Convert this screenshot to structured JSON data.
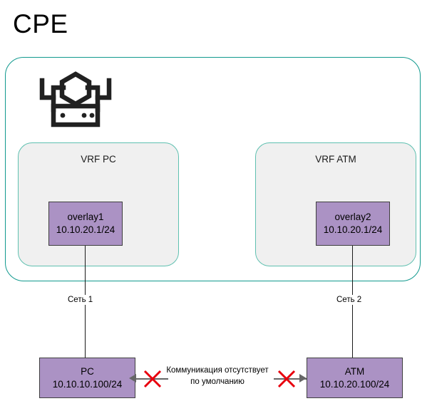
{
  "diagram": {
    "title": "CPE",
    "device": {
      "icon": "router-firewall-icon"
    },
    "vrfs": [
      {
        "name": "VRF PC",
        "interface": {
          "name": "overlay1",
          "address": "10.10.20.1/24"
        },
        "network_label": "Сеть 1"
      },
      {
        "name": "VRF ATM",
        "interface": {
          "name": "overlay2",
          "address": "10.10.20.1/24"
        },
        "network_label": "Сеть 2"
      }
    ],
    "endpoints": [
      {
        "name": "PC",
        "address": "10.10.10.100/24"
      },
      {
        "name": "ATM",
        "address": "10.10.20.100/24"
      }
    ],
    "blocked_note": {
      "line1": "Коммуникация отсутствует",
      "line2": "по умолчанию",
      "marker": "red-x-icon"
    },
    "colors": {
      "container_border": "#11998e",
      "vrf_border": "#5fc0b0",
      "vrf_background": "#f0f0f0",
      "node_fill": "#ab92c4",
      "node_border": "#3f3f3f",
      "blocked_marker": "#e8000d",
      "arrow": "#666666",
      "line": "#1a1a1a",
      "text": "#000000"
    }
  }
}
